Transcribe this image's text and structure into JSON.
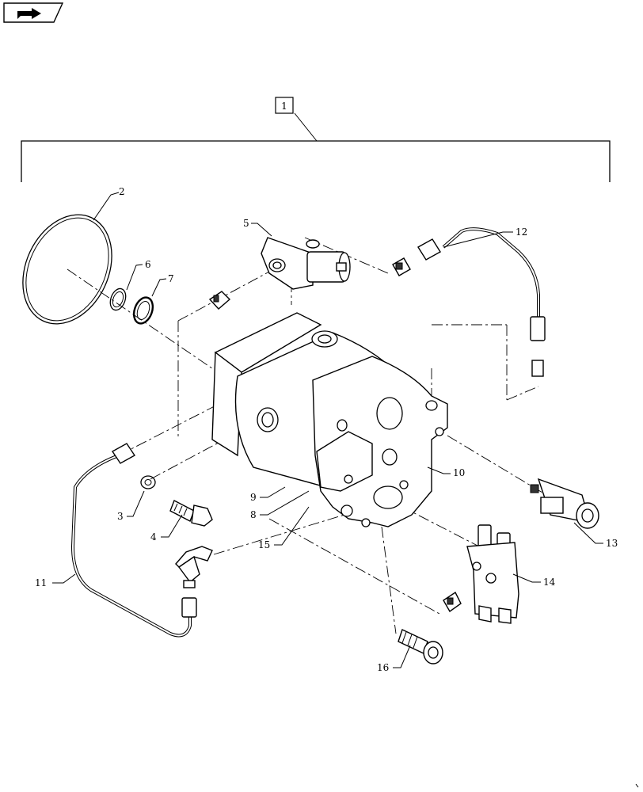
{
  "diagram": {
    "assembly_callout": "1",
    "callouts": {
      "c2": "2",
      "c3": "3",
      "c4": "4",
      "c5": "5",
      "c6": "6",
      "c7": "7",
      "c8": "8",
      "c9": "9",
      "c10": "10",
      "c11": "11",
      "c12": "12",
      "c13": "13",
      "c14": "14",
      "c15": "15",
      "c16": "16"
    }
  }
}
